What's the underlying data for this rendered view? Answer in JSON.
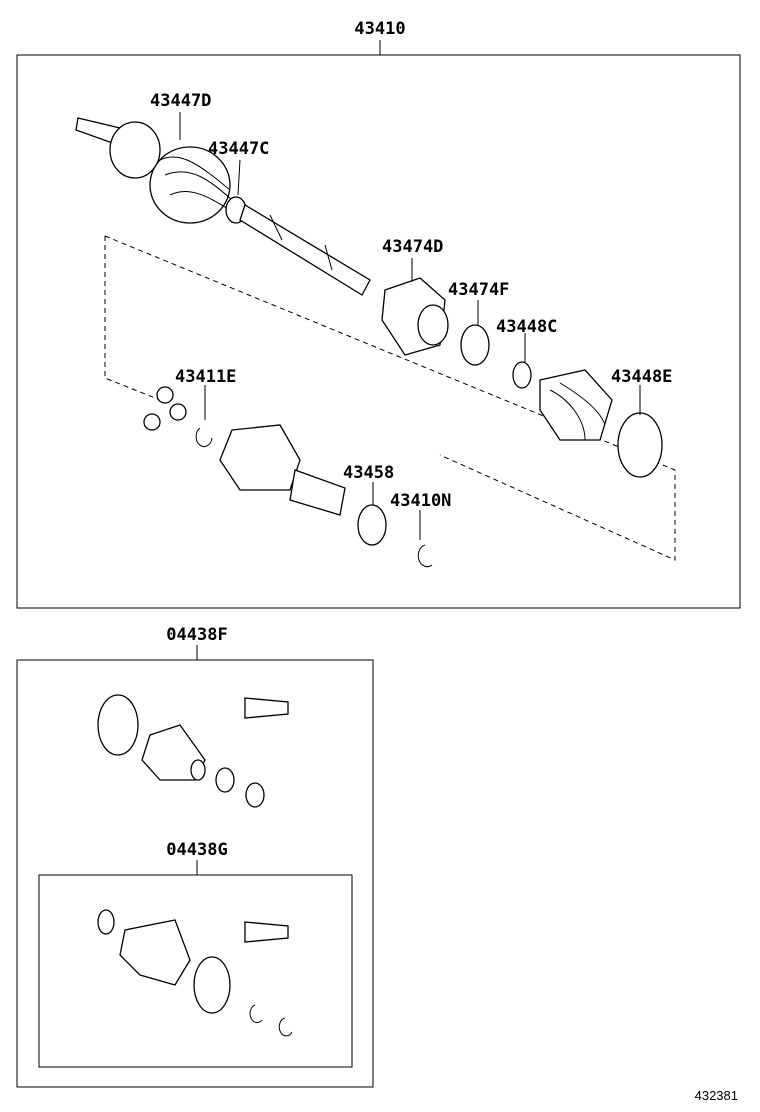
{
  "diagram": {
    "assembly_label": "43410",
    "parts": {
      "p43447D": "43447D",
      "p43447C": "43447C",
      "p43474D": "43474D",
      "p43474F": "43474F",
      "p43448C": "43448C",
      "p43448E": "43448E",
      "p43411E": "43411E",
      "p43458": "43458",
      "p43410N": "43410N"
    },
    "kit_outer": "04438F",
    "kit_inner": "04438G",
    "figure_id": "432381"
  }
}
